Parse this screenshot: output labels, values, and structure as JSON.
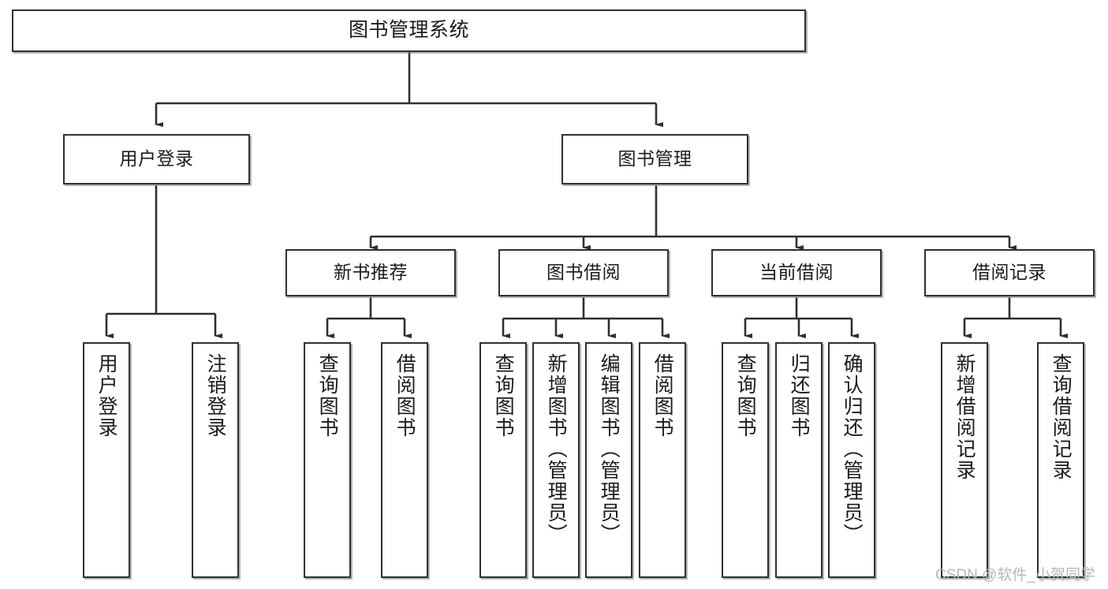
{
  "diagram": {
    "title": "图书管理系统",
    "type": "tree-hierarchy-diagram",
    "colors": {
      "box_border": "#2f2f2f",
      "box_fill": "#ffffff",
      "edge": "#2f2f2f",
      "watermark": "#b9b9b9",
      "background": "#ffffff"
    },
    "nodes": {
      "root": {
        "label": "图书管理系统"
      },
      "level2": [
        {
          "label": "用户登录"
        },
        {
          "label": "图书管理"
        }
      ],
      "level3": [
        {
          "label": "新书推荐"
        },
        {
          "label": "图书借阅"
        },
        {
          "label": "当前借阅"
        },
        {
          "label": "借阅记录"
        }
      ],
      "leaves": {
        "user_login": [
          {
            "label": "用户登录"
          },
          {
            "label": "注销登录"
          }
        ],
        "new_book_recommend": [
          {
            "label": "查询图书"
          },
          {
            "label": "借阅图书"
          }
        ],
        "book_borrow": [
          {
            "label": "查询图书"
          },
          {
            "label": "新增图书（管理员）"
          },
          {
            "label": "编辑图书（管理员）"
          },
          {
            "label": "借阅图书"
          }
        ],
        "current_borrow": [
          {
            "label": "查询图书"
          },
          {
            "label": "归还图书"
          },
          {
            "label": "确认归还（管理员）"
          }
        ],
        "borrow_record": [
          {
            "label": "新增借阅记录"
          },
          {
            "label": "查询借阅记录"
          }
        ]
      }
    },
    "watermark": "CSDN @软件_小贺同学"
  }
}
